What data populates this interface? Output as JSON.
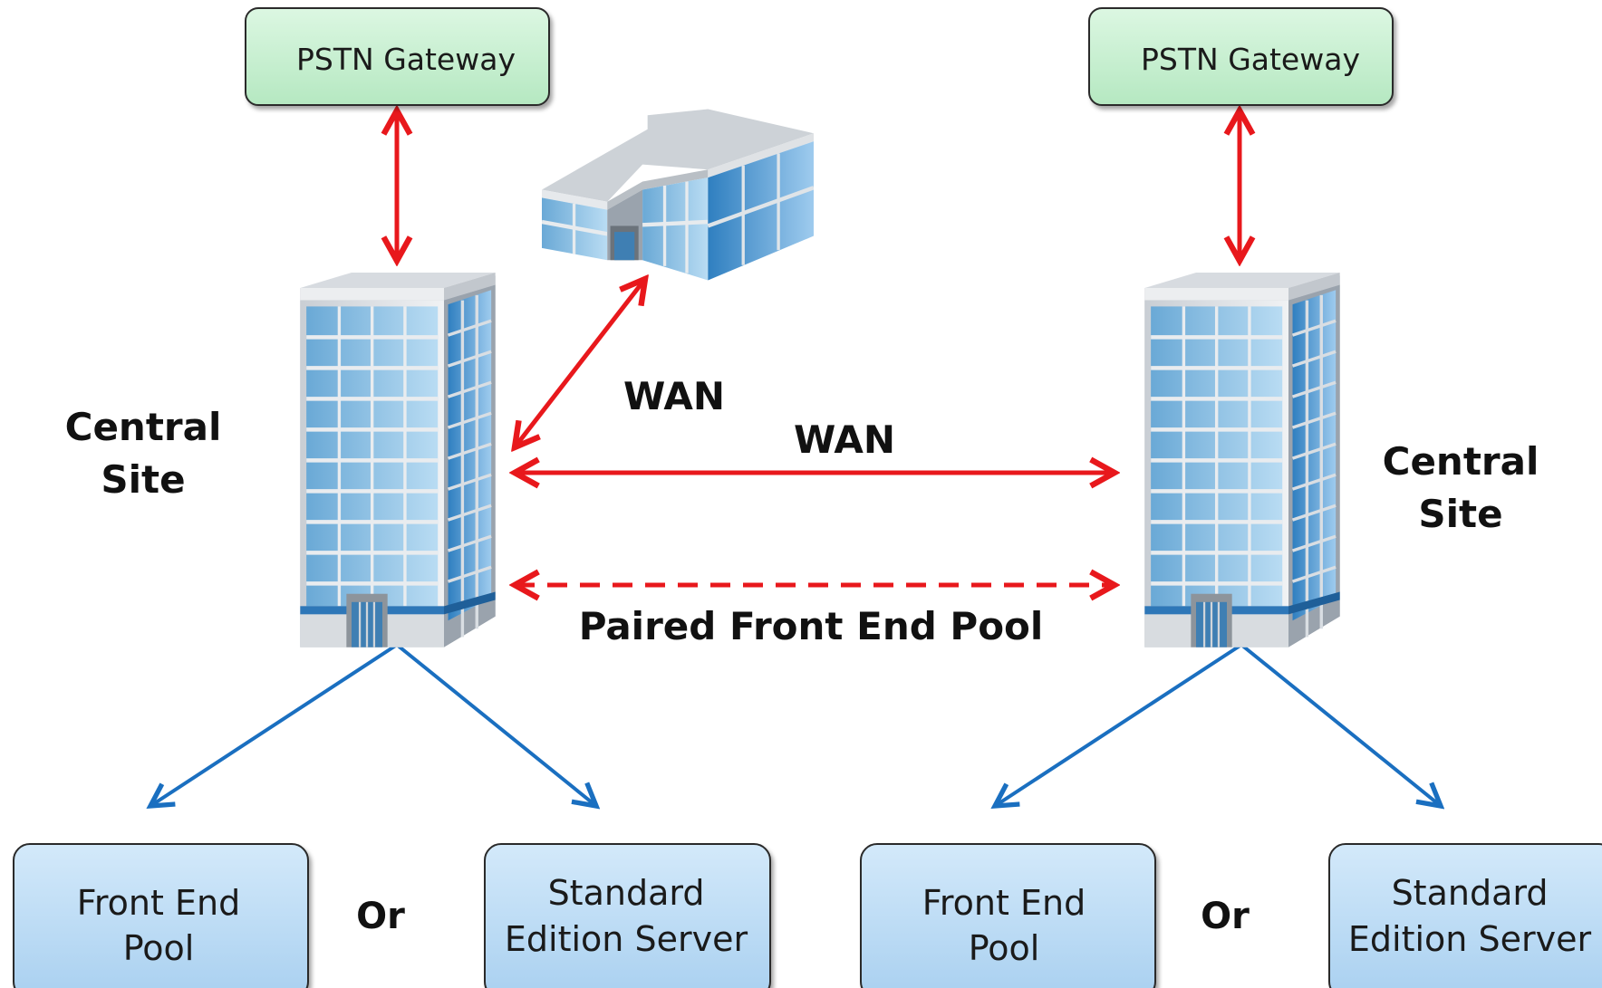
{
  "colors": {
    "gateway_fill": "#c6f0cf",
    "server_fill": "#bcdcf5",
    "box_stroke": "#2b2b2b",
    "wan_link": "#e8181c",
    "tree_link": "#1a6fc0",
    "building_glass": "#7fb8e0",
    "building_frame": "#d9dde2"
  },
  "left_site": {
    "gateway_label": "PSTN Gateway",
    "site_label_line1": "Central",
    "site_label_line2": "Site",
    "pool_line1": "Front End",
    "pool_line2": "Pool",
    "or_label": "Or",
    "server_line1": "Standard",
    "server_line2": "Edition Server"
  },
  "right_site": {
    "gateway_label": "PSTN Gateway",
    "site_label_line1": "Central",
    "site_label_line2": "Site",
    "pool_line1": "Front End",
    "pool_line2": "Pool",
    "or_label": "Or",
    "server_line1": "Standard",
    "server_line2": "Edition Server"
  },
  "links": {
    "branch_wan_label": "WAN",
    "central_wan_label": "WAN",
    "paired_pool_label": "Paired Front End Pool"
  },
  "icons": {
    "tower": "office-tower-icon",
    "branch": "branch-office-icon"
  }
}
